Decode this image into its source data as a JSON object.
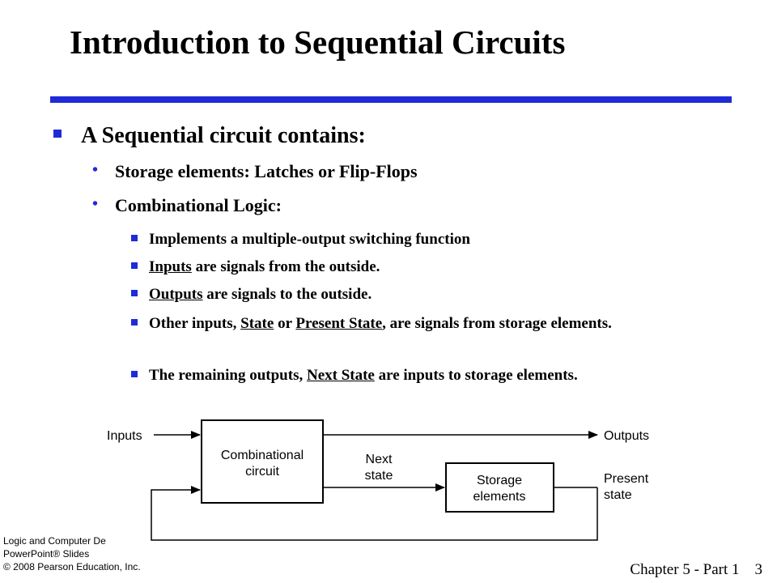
{
  "slide": {
    "title": "Introduction to Sequential Circuits",
    "level1": "A Sequential circuit contains:",
    "level2": [
      "Storage elements: Latches or Flip-Flops",
      "Combinational Logic:"
    ],
    "level3": [
      {
        "pre": "Implements a multiple-output switching function",
        "u1": "",
        "mid": "",
        "u2": "",
        "post": ""
      },
      {
        "pre": "",
        "u1": "Inputs",
        "mid": " are signals from the outside.",
        "u2": "",
        "post": ""
      },
      {
        "pre": "",
        "u1": "Outputs",
        "mid": " are signals to the outside.",
        "u2": "",
        "post": ""
      },
      {
        "pre": "Other inputs, ",
        "u1": "State",
        "mid": " or ",
        "u2": " Present State",
        "post": ", are signals from storage elements."
      },
      {
        "pre": "The remaining outputs, ",
        "u1": "Next State",
        "mid": " are inputs to storage elements.",
        "u2": "",
        "post": ""
      }
    ]
  },
  "diagram": {
    "inputs": "Inputs",
    "outputs": "Outputs",
    "comb_line1": "Combinational",
    "comb_line2": "circuit",
    "next_line1": "Next",
    "next_line2": "state",
    "storage_line1": "Storage",
    "storage_line2": "elements",
    "present_line1": "Present",
    "present_line2": "state"
  },
  "footer": {
    "logo_line1": "Logic and Computer De",
    "logo_line2": "PowerPoint® Slides",
    "logo_line3": "© 2008 Pearson Education, Inc.",
    "chapter": "Chapter 5 - Part 1",
    "page": "3"
  }
}
